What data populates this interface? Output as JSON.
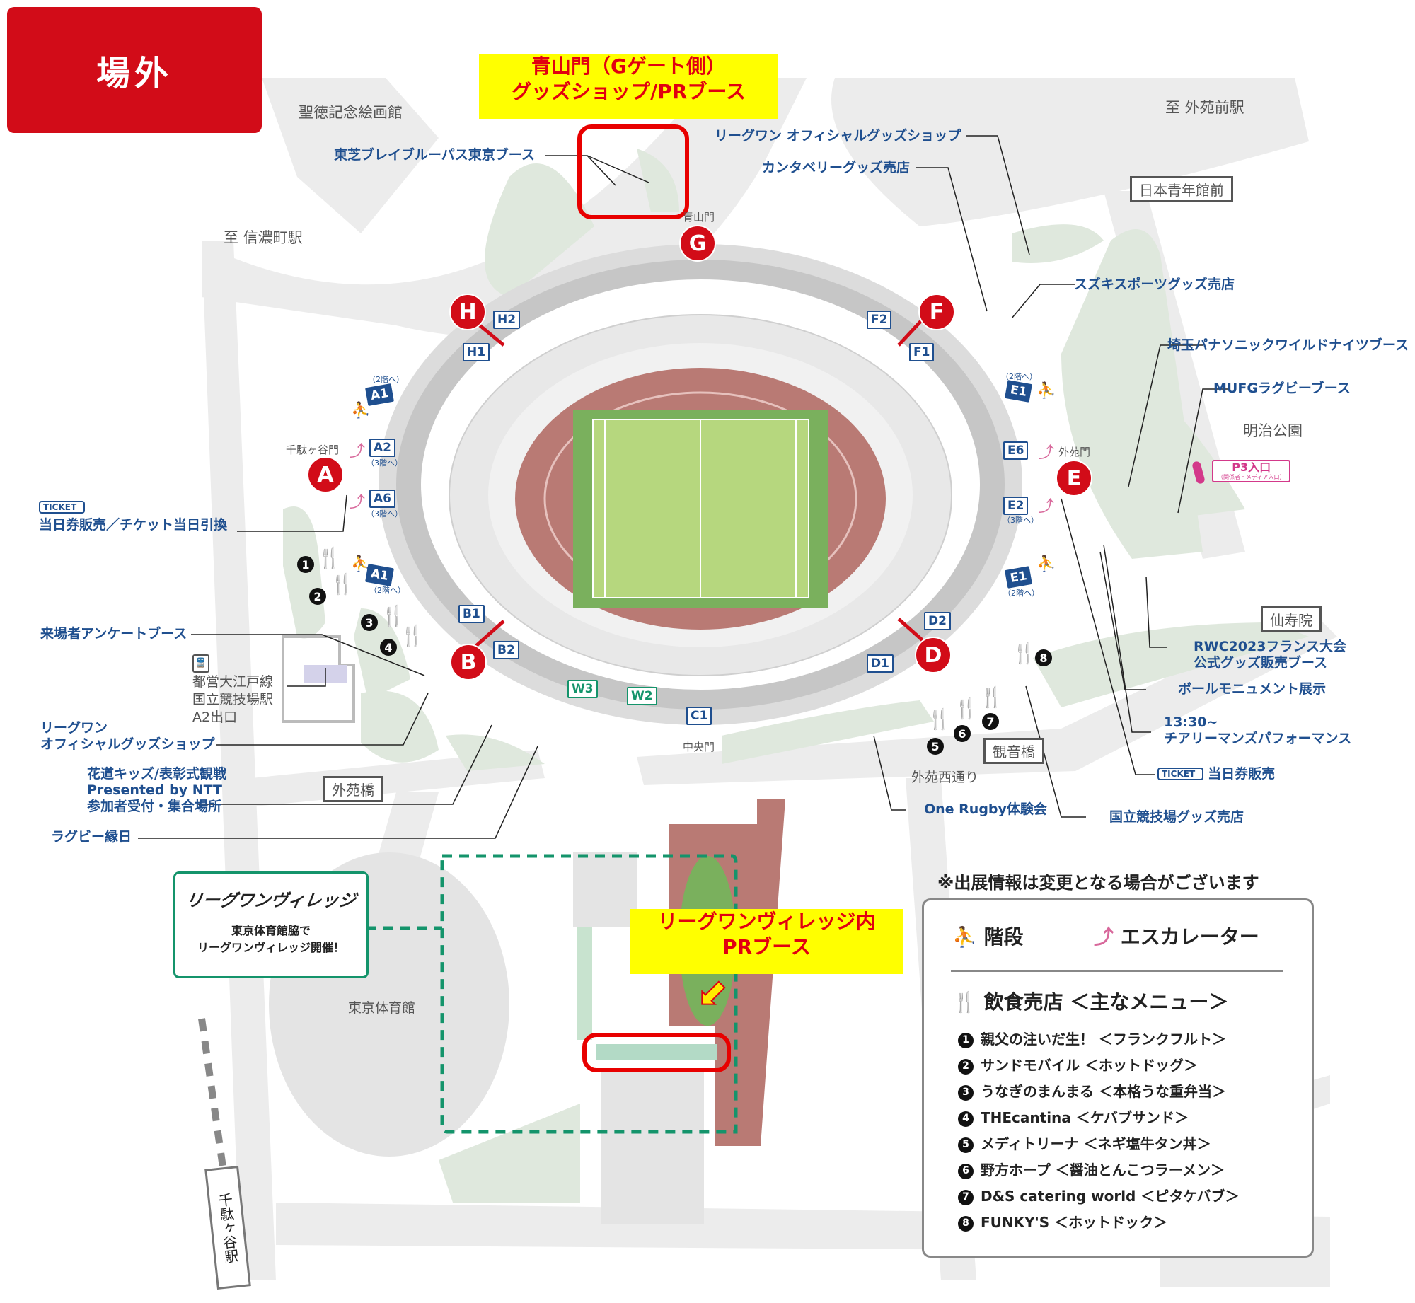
{
  "header": {
    "title": "場外"
  },
  "highlights": {
    "aoyama_gate_box": {
      "line1": "青山門（Gゲート側）",
      "line2": "グッズショップ/PRブース"
    },
    "village_box": {
      "line1": "リーグワンヴィレッジ内",
      "line2": "PRブース"
    }
  },
  "places": {
    "seitoku": "聖徳記念絵画館",
    "to_shinanomachi": "至 信濃町駅",
    "to_gaienmae": "至 外苑前駅",
    "nihon_seinenkan": "日本青年館前",
    "meiji_park": "明治公園",
    "senjuin": "仙寿院",
    "kannonbashi": "観音橋",
    "gaienbashi": "外苑橋",
    "gaien_nishi_dori": "外苑西通り",
    "tokyo_taiikukan": "東京体育館",
    "sendagaya_station": "千駄ヶ谷駅",
    "oedo_line": [
      "都営大江戸線",
      "国立競技場駅",
      "A2出口"
    ],
    "aoyama_mon": "青山門",
    "sendagaya_mon": "千駄ヶ谷門",
    "gaien_mon": "外苑門",
    "chuo_mon": "中央門"
  },
  "booths": {
    "toshiba": "東芝ブレイブルーパス東京ブース",
    "league_one_shop_top": "リーグワン オフィシャルグッズショップ",
    "canterbury": "カンタベリーグッズ売店",
    "suzuki": "スズキスポーツグッズ売店",
    "panasonic": "埼玉パナソニックワイルドナイツブース",
    "mufg": "MUFGラグビーブース",
    "p3_entrance": "P3入口",
    "p3_sub": "（関係者・メディア入口）",
    "rwc2023": [
      "RWC2023フランス大会",
      "公式グッズ販売ブース"
    ],
    "ball_monument": "ボールモニュメント展示",
    "cheer": [
      "13:30~",
      "チアリーマンズパフォーマンス"
    ],
    "ticket_right": "当日券販売",
    "national_goods": "国立競技場グッズ売店",
    "one_rugby": "One Rugby体験会",
    "ticket_left": "当日券販売／チケット当日引換",
    "survey": "来場者アンケートブース",
    "league_one_shop_left": [
      "リーグワン",
      "オフィシャルグッズショップ"
    ],
    "hanamichi": [
      "花道キッズ/表彰式観戦",
      "Presented by NTT",
      "参加者受付・集合場所"
    ],
    "rugby_ennichi": "ラグビー縁日",
    "ticket_badge": "TICKET"
  },
  "gates": [
    "A",
    "B",
    "D",
    "E",
    "F",
    "G",
    "H"
  ],
  "entrances": {
    "A1": "A1",
    "A2": "A2",
    "A6": "A6",
    "B1": "B1",
    "B2": "B2",
    "C1": "C1",
    "D1": "D1",
    "D2": "D2",
    "E1": "E1",
    "E2": "E2",
    "E6": "E6",
    "F1": "F1",
    "F2": "F2",
    "H1": "H1",
    "H2": "H2",
    "W2": "W2",
    "W3": "W3",
    "floor2": "（2階へ）",
    "floor3": "（3階へ）"
  },
  "food_numbers": [
    "1",
    "2",
    "3",
    "4",
    "5",
    "6",
    "7",
    "8"
  ],
  "village": {
    "logo": "リーグワンヴィレッジ",
    "line1": "東京体育館脇で",
    "line2": "リーグワンヴィレッジ開催！"
  },
  "notice": "※出展情報は変更となる場合がございます",
  "legend": {
    "stairs": "階段",
    "escalator": "エスカレーター",
    "food_header": "飲食売店 ＜主なメニュー＞",
    "food_items": [
      {
        "num": "1",
        "name": "親父の注いだ生！ ＜フランクフルト＞"
      },
      {
        "num": "2",
        "name": "サンドモバイル ＜ホットドッグ＞"
      },
      {
        "num": "3",
        "name": "うなぎのまんまる ＜本格うな重弁当＞"
      },
      {
        "num": "4",
        "name": "THEcantina ＜ケバブサンド＞"
      },
      {
        "num": "5",
        "name": "メディトリーナ ＜ネギ塩牛タン丼＞"
      },
      {
        "num": "6",
        "name": "野方ホープ ＜醤油とんこつラーメン＞"
      },
      {
        "num": "7",
        "name": "D&S catering world ＜ピタケバブ＞"
      },
      {
        "num": "8",
        "name": "FUNKY'S ＜ホットドック＞"
      }
    ]
  },
  "colors": {
    "red": "#d20c18",
    "blue": "#1f4f8f",
    "yellow": "#ffff00",
    "green_dash": "#14946b",
    "track": "#b97a74",
    "pitch": "#b6d77e",
    "food": "#e87722"
  }
}
